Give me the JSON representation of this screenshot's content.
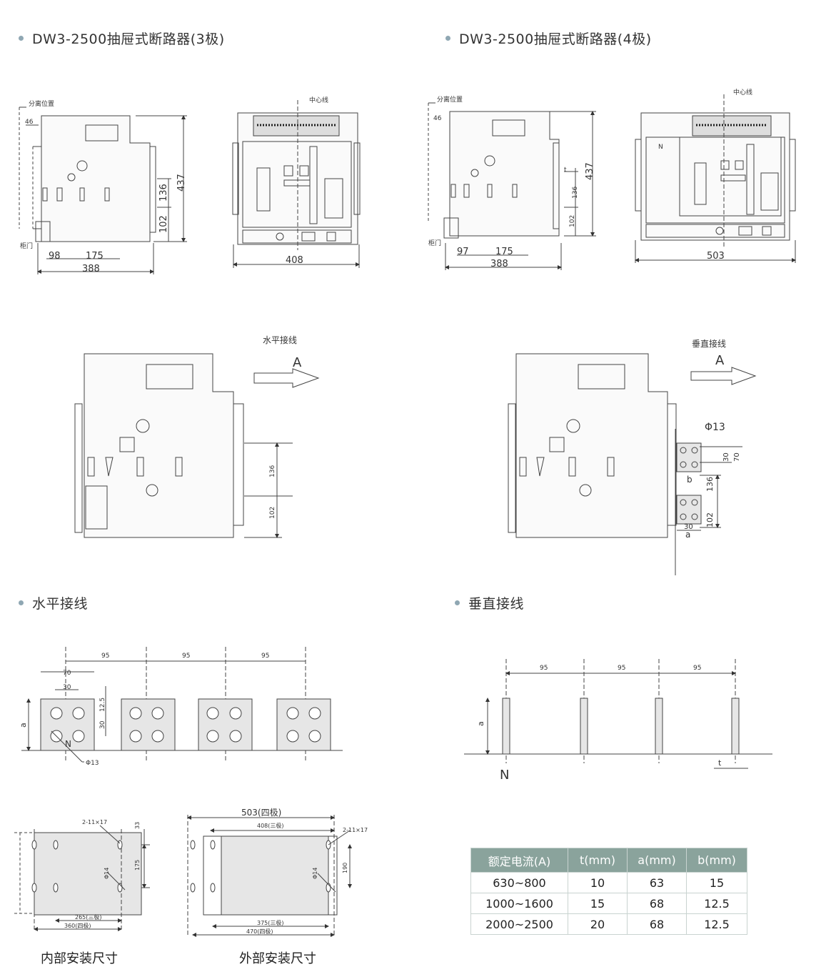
{
  "titles": {
    "left": "DW3-2500抽屉式断路器(3极)",
    "right": "DW3-2500抽屉式断路器(4极)",
    "horizontal": "水平接线",
    "vertical": "垂直接线"
  },
  "diagram3p": {
    "separate_pos": "分离位置",
    "dim_46": "46",
    "cabinet_door": "柜门",
    "dim_98": "98",
    "dim_175": "175",
    "dim_388": "388",
    "dim_136": "136",
    "dim_102": "102",
    "dim_437": "437",
    "center_line": "中心线",
    "dim_408": "408"
  },
  "diagram4p": {
    "separate_pos": "分离位置",
    "dim_46": "46",
    "cabinet_door": "柜门",
    "dim_97": "97",
    "dim_175": "175",
    "dim_388": "388",
    "dim_136": "136",
    "dim_102": "102",
    "dim_t": "t",
    "dim_437": "437",
    "center_line": "中心线",
    "dim_503": "503",
    "letter_n": "N"
  },
  "side_h": {
    "label": "水平接线",
    "arrow": "A",
    "dim_136": "136",
    "dim_102": "102"
  },
  "side_v": {
    "label": "垂直接线",
    "arrow": "A",
    "phi13": "Φ13",
    "dim_30": "30",
    "dim_70": "70",
    "dim_b": "b",
    "dim_136": "136",
    "dim_30b": "30",
    "dim_a": "a",
    "dim_102": "102"
  },
  "hconn": {
    "dim_95a": "95",
    "dim_95b": "95",
    "dim_95c": "95",
    "dim_70": "70",
    "dim_30": "30",
    "dim_12_5": "12.5",
    "dim_30v": "30",
    "dim_a": "a",
    "letter_n": "N",
    "phi13": "Φ13"
  },
  "vconn": {
    "dim_95a": "95",
    "dim_95b": "95",
    "dim_95c": "95",
    "dim_a": "a",
    "letter_n": "N",
    "dim_t": "t"
  },
  "inner": {
    "holes": "2-11×17",
    "dim_33": "33",
    "dim_175": "175",
    "phi14": "Φ14",
    "dim_265": "265(三极)",
    "dim_360": "360(四极)",
    "caption": "内部安装尺寸"
  },
  "outer": {
    "dim_503": "503(四极)",
    "dim_408": "408(三极)",
    "holes": "2-11×17",
    "dim_190": "190",
    "phi14": "Φ14",
    "dim_375": "375(三极)",
    "dim_470": "470(四极)",
    "caption": "外部安装尺寸"
  },
  "spec_table": {
    "headers": [
      "额定电流(A)",
      "t(mm)",
      "a(mm)",
      "b(mm)"
    ],
    "rows": [
      [
        "630~800",
        "10",
        "63",
        "15"
      ],
      [
        "1000~1600",
        "15",
        "68",
        "12.5"
      ],
      [
        "2000~2500",
        "20",
        "68",
        "12.5"
      ]
    ]
  },
  "colors": {
    "accent_dot": "#8fa7b3",
    "table_header": "#8aa39c",
    "panel_fill": "#e6e6e6"
  }
}
